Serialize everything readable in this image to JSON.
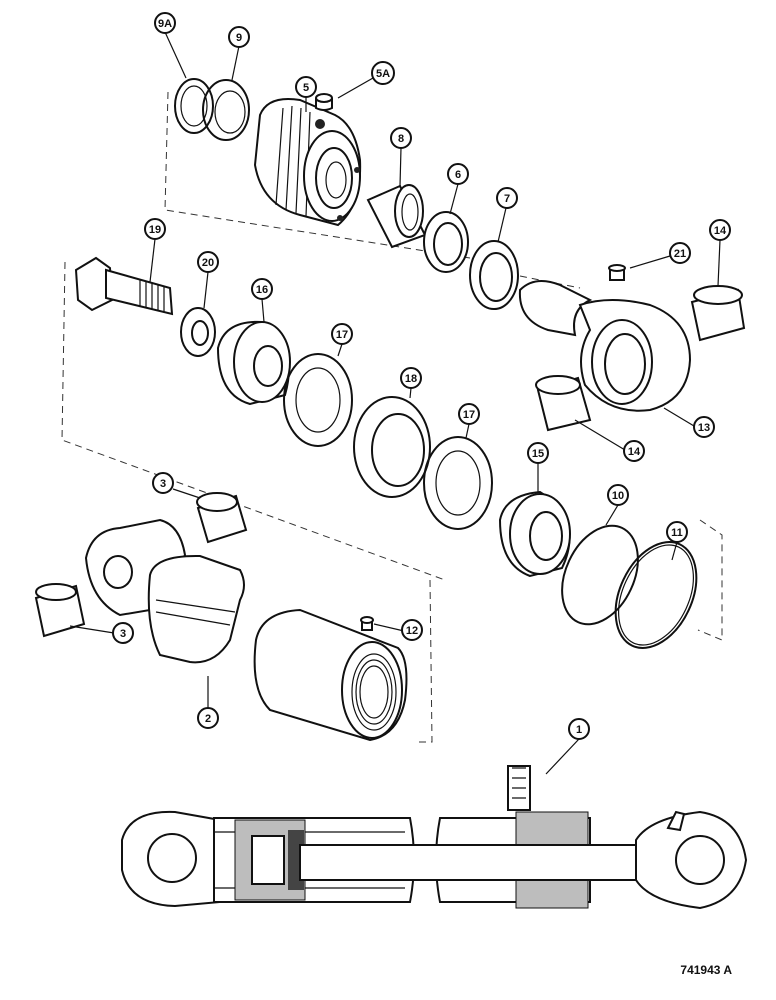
{
  "callouts": {
    "c9a": "9A",
    "c9": "9",
    "c5": "5",
    "c5a": "5A",
    "c8": "8",
    "c6": "6",
    "c7": "7",
    "c19": "19",
    "c20": "20",
    "c16": "16",
    "c21": "21",
    "c14a": "14",
    "c17a": "17",
    "c18": "18",
    "c17b": "17",
    "c14b": "14",
    "c13": "13",
    "c3a": "3",
    "c15": "15",
    "c10": "10",
    "c11": "11",
    "c3b": "3",
    "c12": "12",
    "c2": "2",
    "c1": "1"
  },
  "figure_id": "741943 A"
}
